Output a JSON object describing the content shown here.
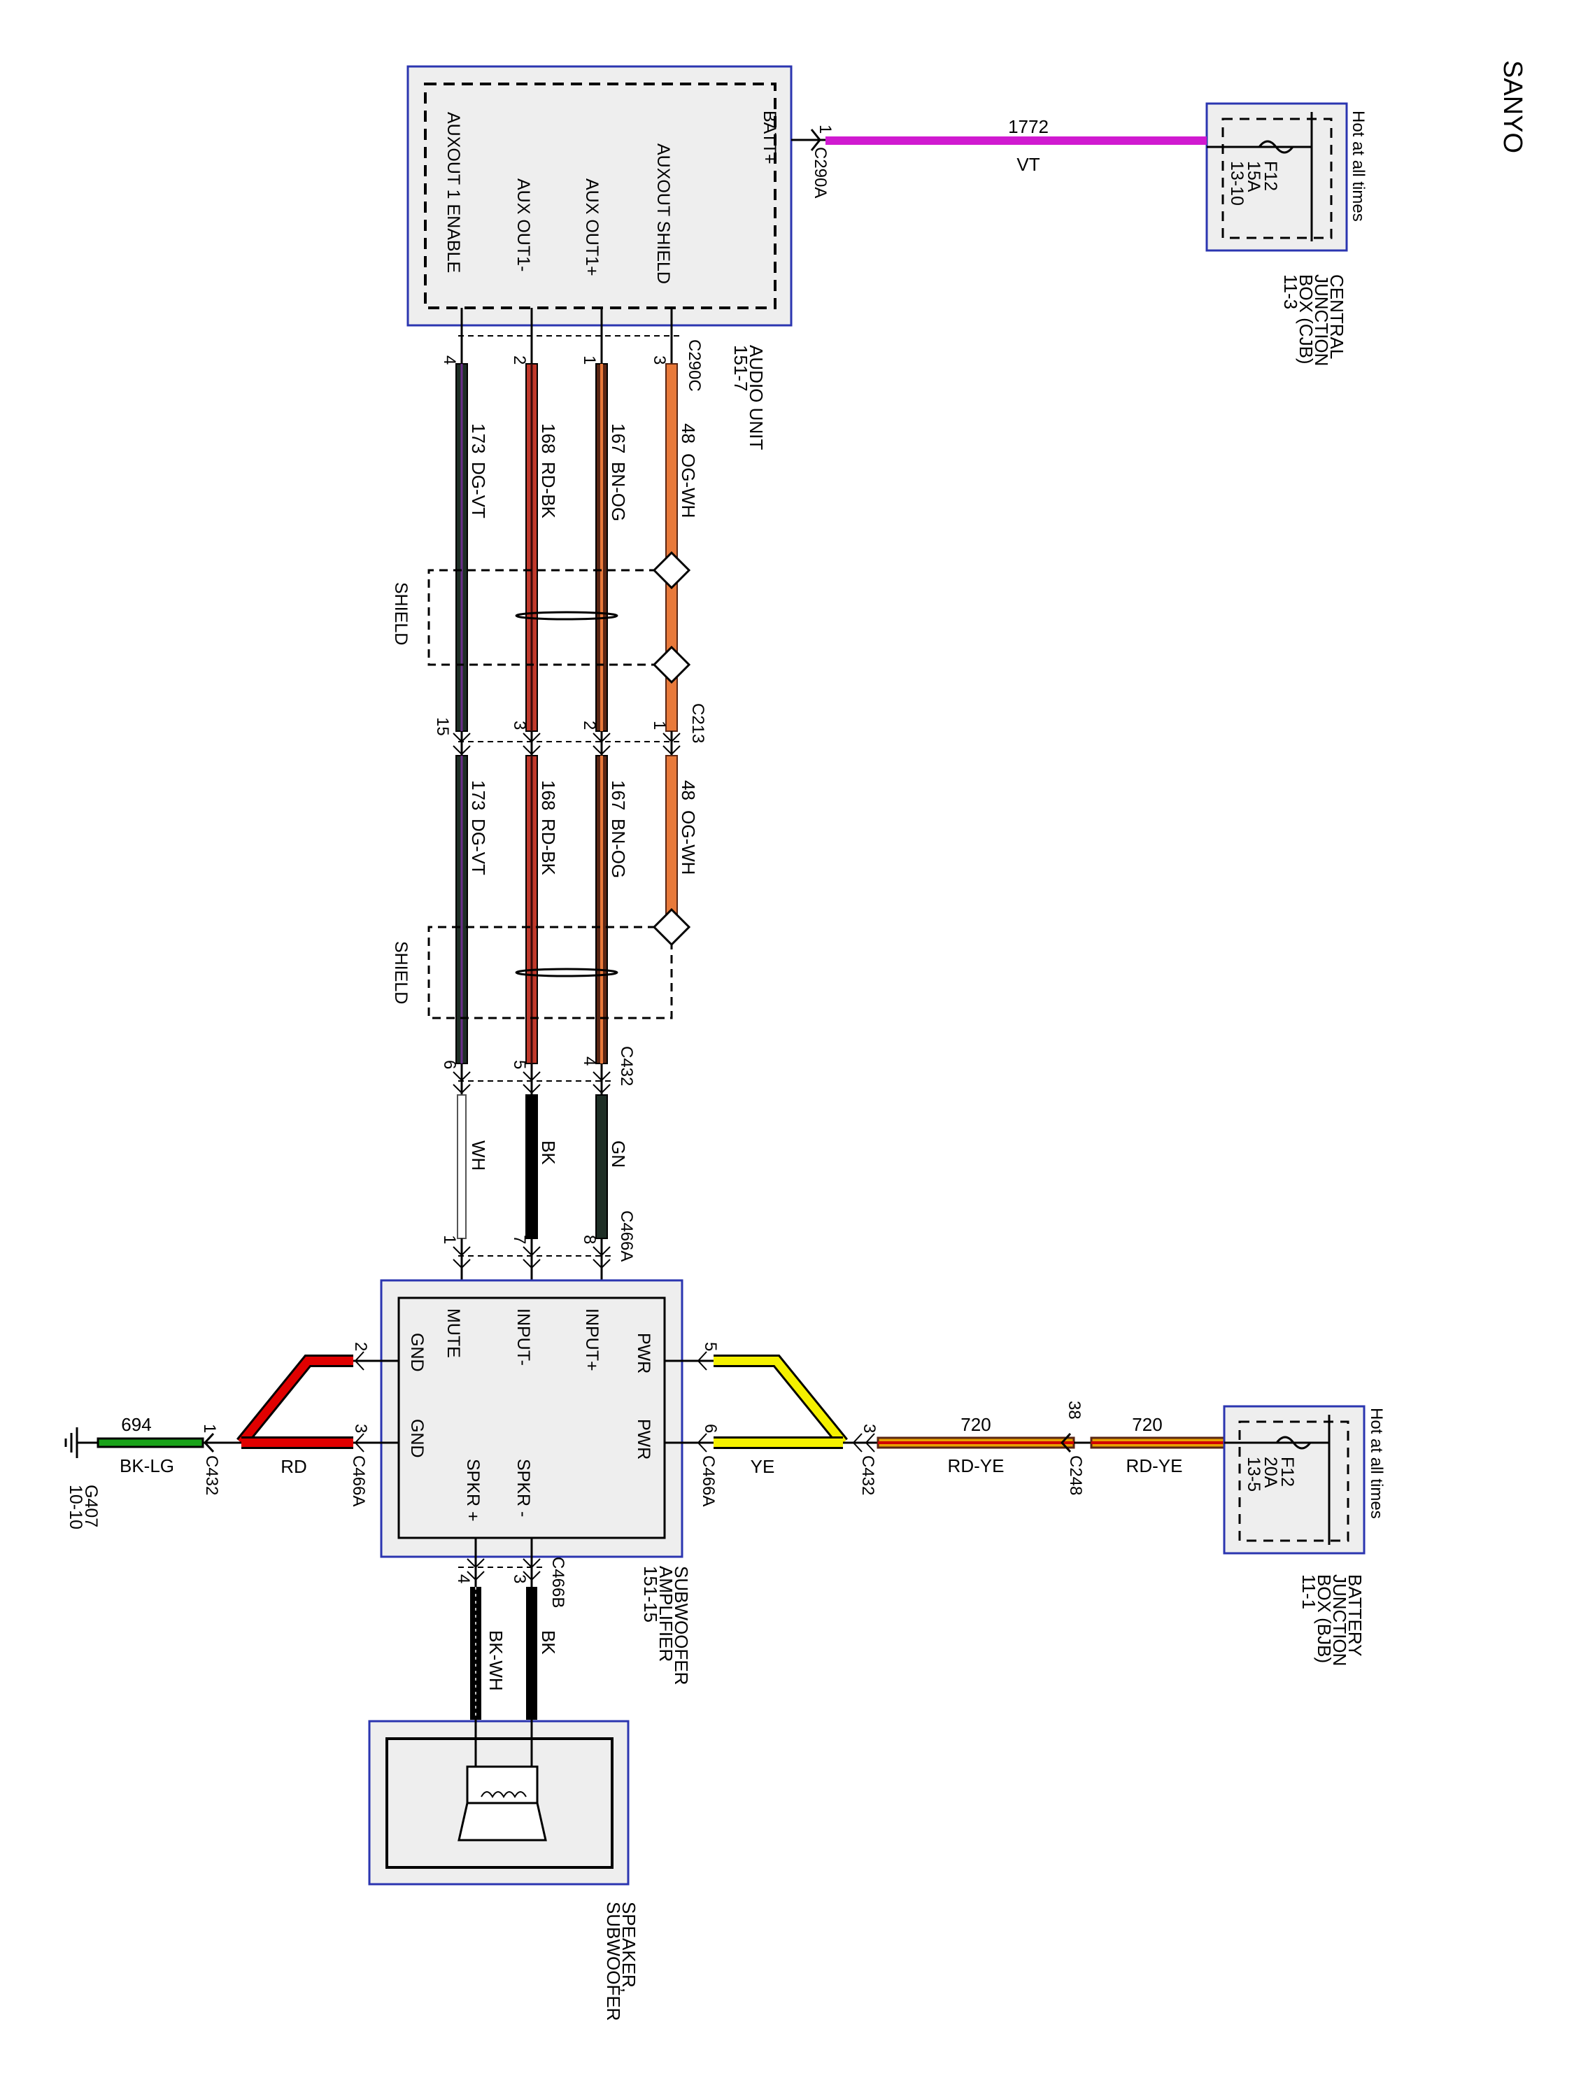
{
  "title": "SANYO",
  "cjb": {
    "hot": "Hot at all times",
    "fuse": "F12",
    "amps": "15A",
    "ref": "13-10",
    "name_lines": [
      "CENTRAL",
      "JUNCTION",
      "BOX (CJB)",
      "11-3"
    ]
  },
  "bjb": {
    "hot": "Hot at all times",
    "fuse": "F12",
    "amps": "20A",
    "ref": "13-5",
    "name_lines": [
      "BATTERY",
      "JUNCTION",
      "BOX (BJB)",
      "11-1"
    ]
  },
  "audio_unit": {
    "name_lines": [
      "AUDIO UNIT",
      "151-7"
    ],
    "pins": [
      "BATT+",
      "AUXOUT SHIELD",
      "AUX OUT1+",
      "AUX OUT1-",
      "AUXOUT 1 ENABLE"
    ],
    "connector_a": "C290A",
    "connector_c": "C290C",
    "batt_pin": "1",
    "c_pins": [
      "3",
      "1",
      "2",
      "4"
    ]
  },
  "batt_wire": {
    "circuit": "1772",
    "color": "VT"
  },
  "wires_top": [
    {
      "circuit": "48",
      "color": "OG-WH"
    },
    {
      "circuit": "167",
      "color": "BN-OG"
    },
    {
      "circuit": "168",
      "color": "RD-BK"
    },
    {
      "circuit": "173",
      "color": "DG-VT"
    }
  ],
  "shield_label": "SHIELD",
  "c213": {
    "name": "C213",
    "pins": [
      "1",
      "2",
      "3",
      "15"
    ]
  },
  "wires_mid": [
    {
      "circuit": "48",
      "color": "OG-WH"
    },
    {
      "circuit": "167",
      "color": "BN-OG"
    },
    {
      "circuit": "168",
      "color": "RD-BK"
    },
    {
      "circuit": "173",
      "color": "DG-VT"
    }
  ],
  "c432_top": {
    "name": "C432",
    "pins": [
      "4",
      "5",
      "6"
    ]
  },
  "wires_low": [
    {
      "color": "GN"
    },
    {
      "color": "BK"
    },
    {
      "color": "WH"
    }
  ],
  "c466a_top": {
    "name": "C466A",
    "pins": [
      "8",
      "7",
      "1"
    ]
  },
  "amplifier": {
    "name_lines": [
      "SUBWOOFER",
      "AMPLIFIER",
      "151-15"
    ],
    "inputs": [
      "INPUT+",
      "INPUT-",
      "MUTE"
    ],
    "pwr": [
      "PWR",
      "PWR"
    ],
    "gnd": [
      "GND",
      "GND"
    ],
    "spkr": [
      "SPKR -",
      "SPKR +"
    ]
  },
  "pwr_feed": {
    "pin5": "5",
    "pin6": "6",
    "c466a": "C466A",
    "ye": "YE",
    "c432_pin": "3",
    "c432": "C432",
    "circuit": "720",
    "color": "RD-YE",
    "c248_pin": "38",
    "c248": "C248",
    "circuit2": "720",
    "color2": "RD-YE"
  },
  "gnd_feed": {
    "pin2": "2",
    "pin3": "3",
    "c466a": "C466A",
    "rd": "RD",
    "pin1": "1",
    "c432": "C432",
    "circuit": "694",
    "color": "BK-LG",
    "ground": "G407",
    "ground_ref": "10-10"
  },
  "speaker_feed": {
    "c466b": "C466B",
    "pins": [
      "3",
      "4"
    ],
    "colors": [
      "BK",
      "BK-WH"
    ]
  },
  "speaker": {
    "name_lines": [
      "SPEAKER,",
      "SUBWOOFER"
    ]
  },
  "colors": {
    "box_border": "#2b35b0",
    "box_fill": "#eeeeee",
    "violet": "#d01ad0",
    "orange": "#e8793a",
    "brown": "#5a2614",
    "red": "#c0392b",
    "darkgreen": "#1f2f26",
    "yellow": "#f4f000",
    "rd": "#e00000",
    "green": "#1aa31a"
  }
}
